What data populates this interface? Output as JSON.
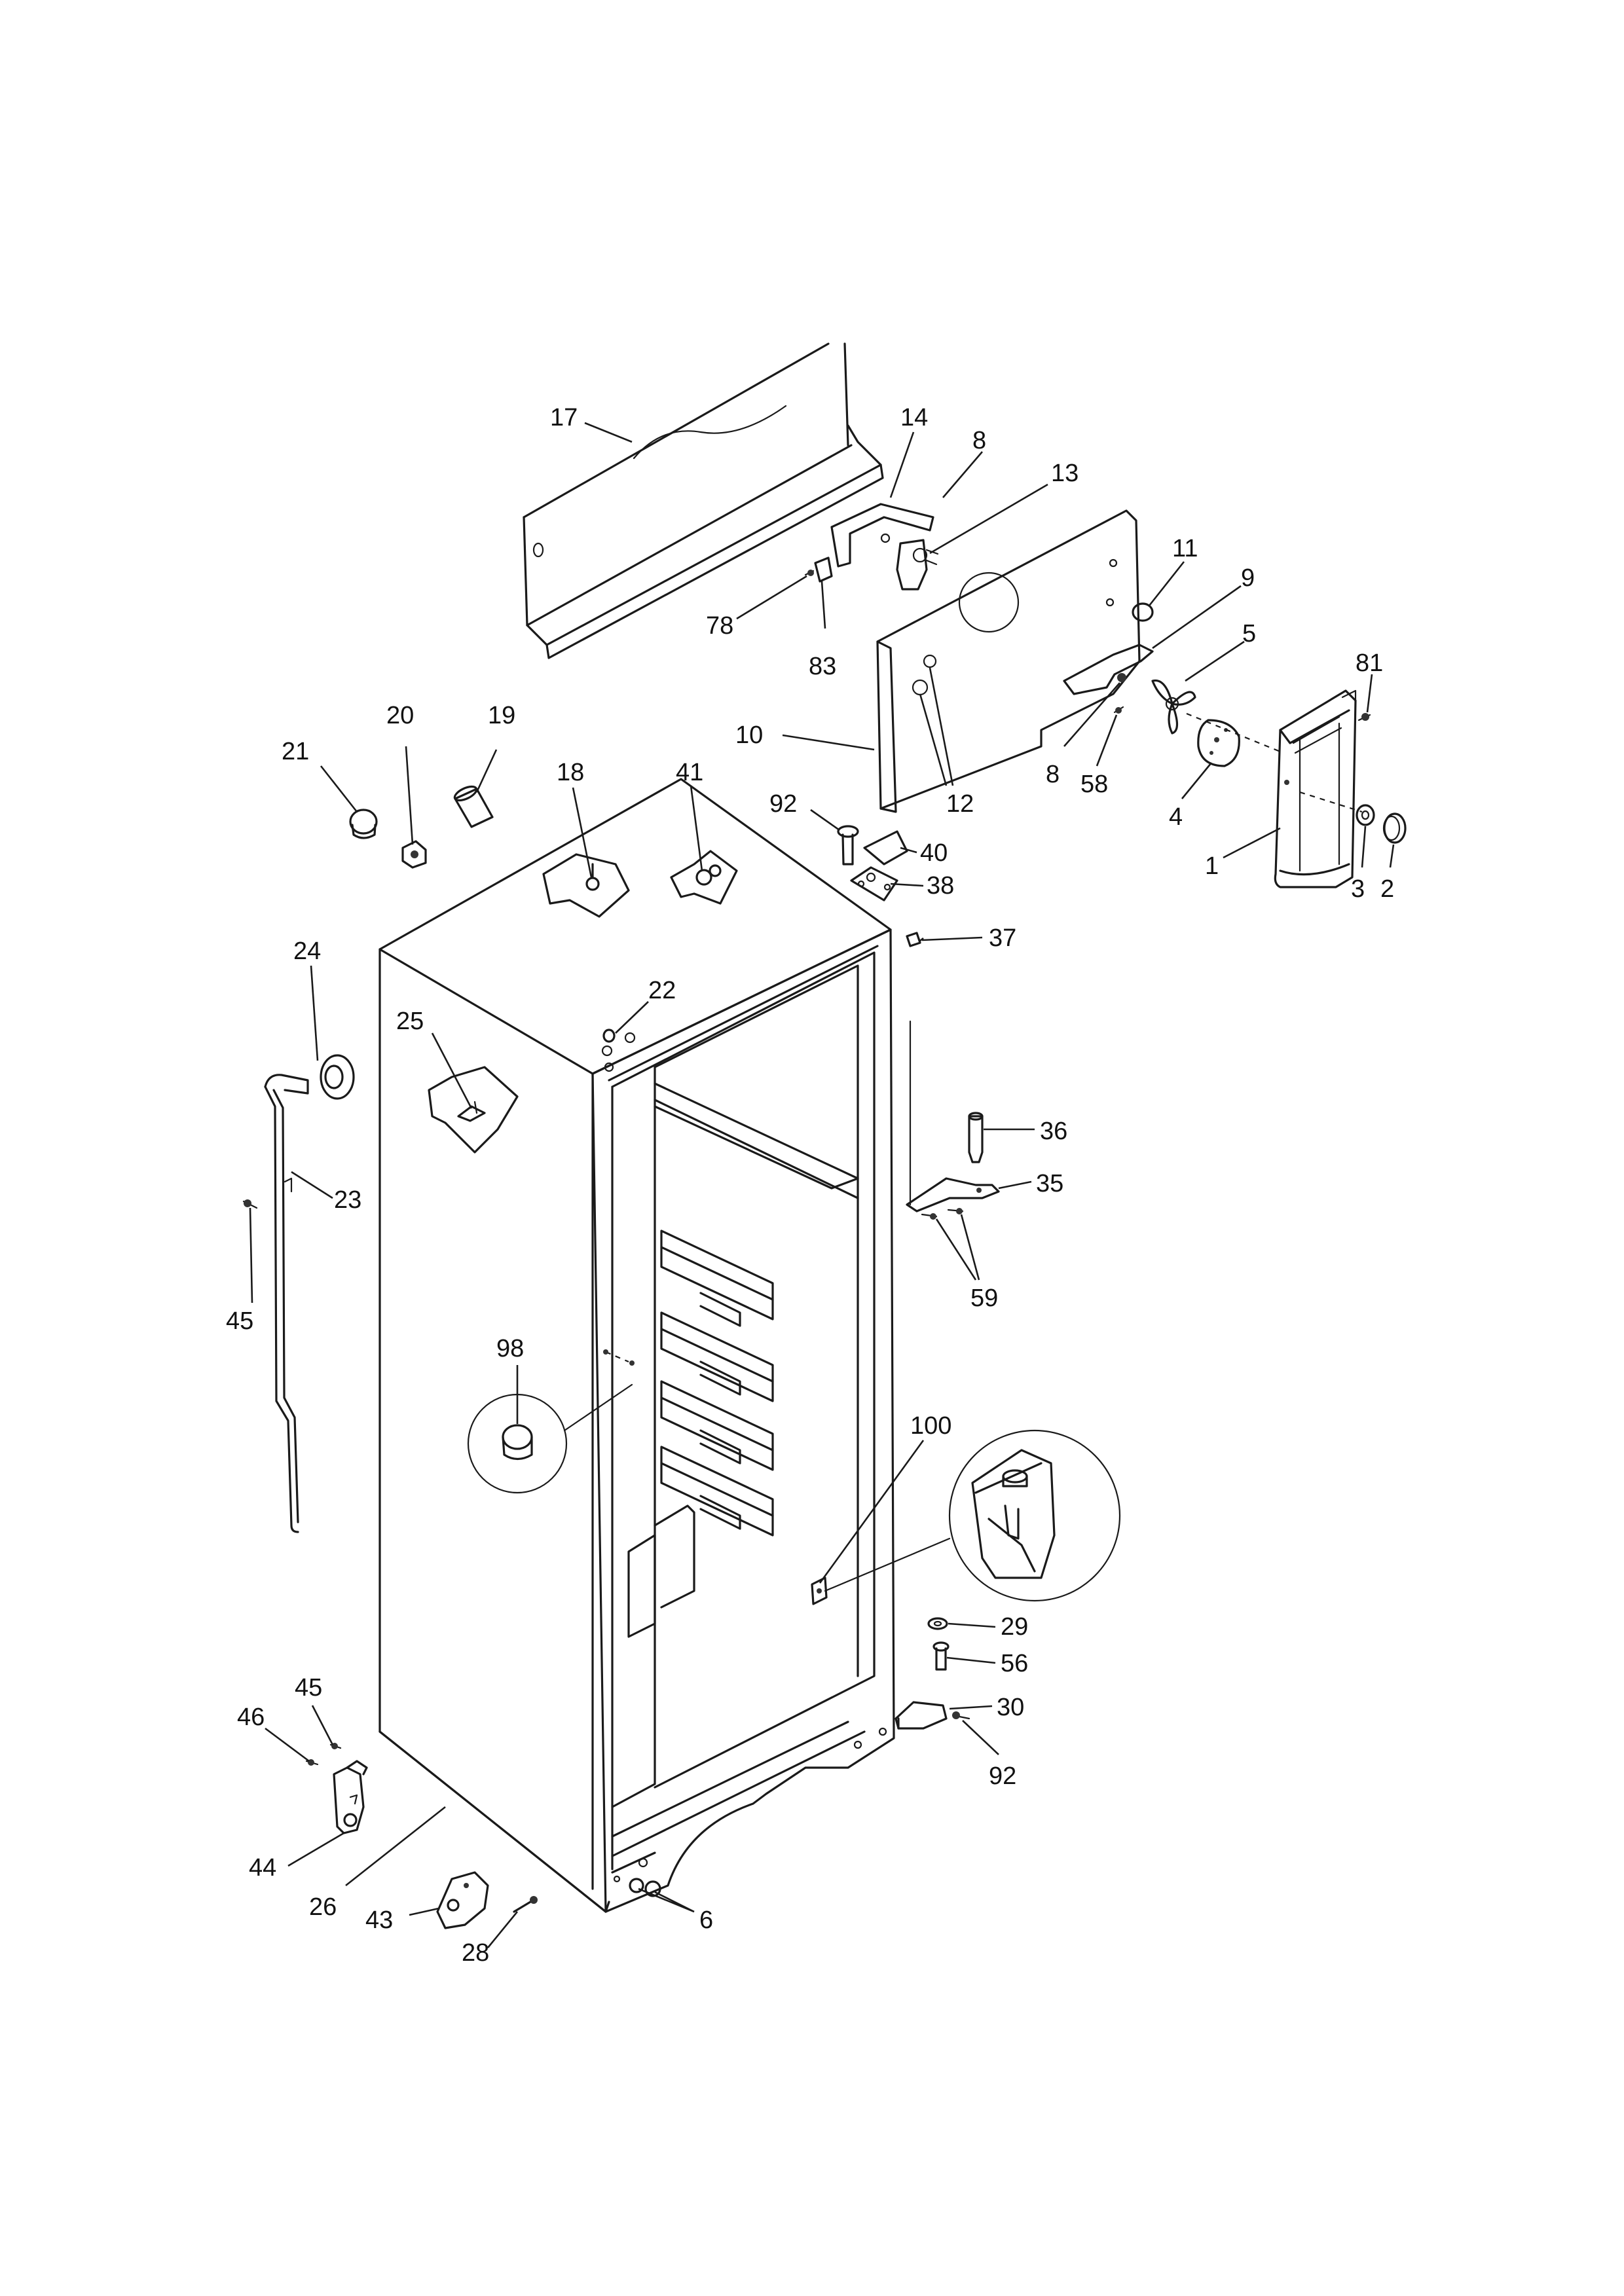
{
  "callouts": [
    {
      "id": "c17",
      "text": "17"
    },
    {
      "id": "c14",
      "text": "14"
    },
    {
      "id": "c8a",
      "text": "8"
    },
    {
      "id": "c13",
      "text": "13"
    },
    {
      "id": "c11",
      "text": "11"
    },
    {
      "id": "c9",
      "text": "9"
    },
    {
      "id": "c5",
      "text": "5"
    },
    {
      "id": "c81",
      "text": "81"
    },
    {
      "id": "c78",
      "text": "78"
    },
    {
      "id": "c83",
      "text": "83"
    },
    {
      "id": "c10",
      "text": "10"
    },
    {
      "id": "c12",
      "text": "12"
    },
    {
      "id": "c8b",
      "text": "8"
    },
    {
      "id": "c58",
      "text": "58"
    },
    {
      "id": "c4",
      "text": "4"
    },
    {
      "id": "c1",
      "text": "1"
    },
    {
      "id": "c3",
      "text": "3"
    },
    {
      "id": "c2",
      "text": "2"
    },
    {
      "id": "c21",
      "text": "21"
    },
    {
      "id": "c20",
      "text": "20"
    },
    {
      "id": "c19",
      "text": "19"
    },
    {
      "id": "c18",
      "text": "18"
    },
    {
      "id": "c41",
      "text": "41"
    },
    {
      "id": "c92a",
      "text": "92"
    },
    {
      "id": "c40",
      "text": "40"
    },
    {
      "id": "c38",
      "text": "38"
    },
    {
      "id": "c37",
      "text": "37"
    },
    {
      "id": "c24",
      "text": "24"
    },
    {
      "id": "c22",
      "text": "22"
    },
    {
      "id": "c25",
      "text": "25"
    },
    {
      "id": "c23",
      "text": "23"
    },
    {
      "id": "c45a",
      "text": "45"
    },
    {
      "id": "c36",
      "text": "36"
    },
    {
      "id": "c35",
      "text": "35"
    },
    {
      "id": "c59",
      "text": "59"
    },
    {
      "id": "c98",
      "text": "98"
    },
    {
      "id": "c100",
      "text": "100"
    },
    {
      "id": "c29",
      "text": "29"
    },
    {
      "id": "c56",
      "text": "56"
    },
    {
      "id": "c30",
      "text": "30"
    },
    {
      "id": "c92b",
      "text": "92"
    },
    {
      "id": "c45b",
      "text": "45"
    },
    {
      "id": "c46",
      "text": "46"
    },
    {
      "id": "c44",
      "text": "44"
    },
    {
      "id": "c26",
      "text": "26"
    },
    {
      "id": "c43",
      "text": "43"
    },
    {
      "id": "c28",
      "text": "28"
    },
    {
      "id": "c6",
      "text": "6"
    }
  ]
}
